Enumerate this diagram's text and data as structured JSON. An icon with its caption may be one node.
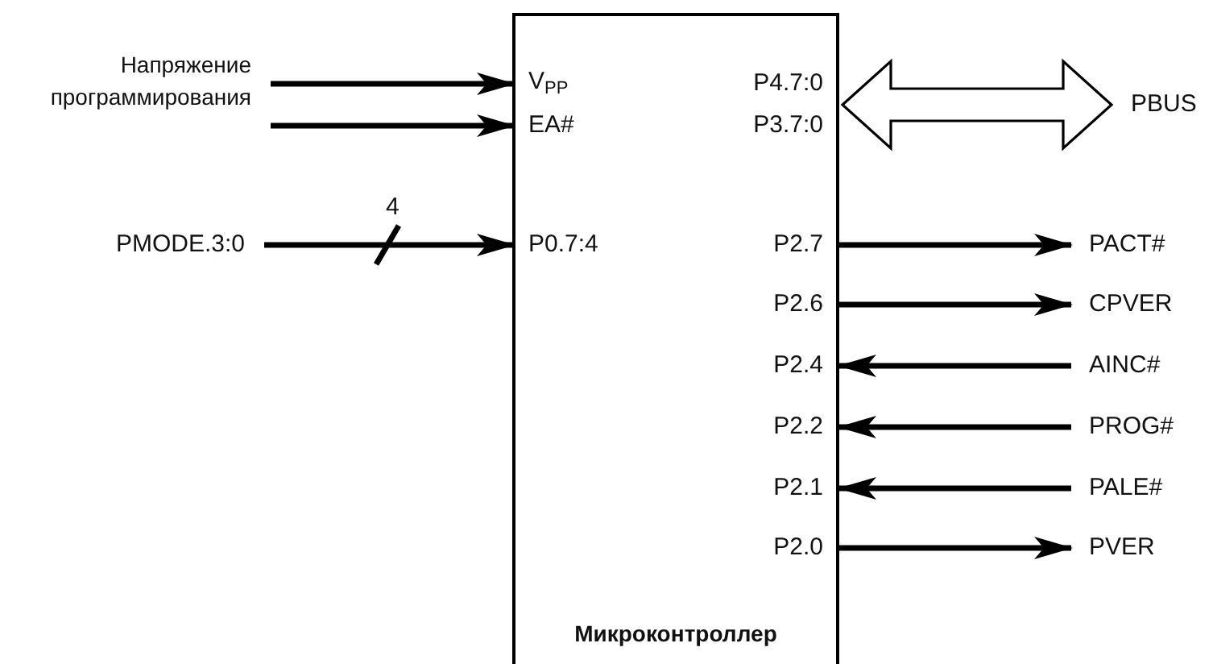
{
  "diagram": {
    "nodes": [
      {
        "text": [
          "Напряжение программирования"
        ]
      },
      {
        "text": [
          "PMODE.3:0"
        ]
      },
      {
        "text": [
          "Микроконтроллер"
        ]
      },
      {
        "text": [
          "V$_{PP}$"
        ],
        "in": 2
      },
      {
        "text": [
          "EA#"
        ],
        "in": 2
      },
      {
        "text": [
          "P0.7:4"
        ],
        "in": 2
      },
      {
        "text": [
          "P4.7:0"
        ],
        "in": 2
      },
      {
        "text": [
          "P3.7:0"
        ],
        "in": 2
      },
      {
        "text": [
          "P2.7"
        ],
        "in": 2
      },
      {
        "text": [
          "P2.6"
        ],
        "in": 2
      },
      {
        "text": [
          "P2.4"
        ],
        "in": 2
      },
      {
        "text": [
          "P2.2"
        ],
        "in": 2
      },
      {
        "text": [
          "P2.1"
        ],
        "in": 2
      },
      {
        "text": [
          "P2.0"
        ],
        "in": 2
      },
      {
        "text": [
          "PBUS"
        ]
      },
      {
        "text": [
          "PACT#"
        ]
      },
      {
        "text": [
          "CPVER"
        ]
      },
      {
        "text": [
          "AINC#"
        ]
      },
      {
        "text": [
          "PROG#"
        ]
      },
      {
        "text": [
          "PALE#"
        ]
      },
      {
        "text": [
          "PVER"
        ]
      }
    ],
    "edges": [
      {
        "from": 0,
        "to": 3,
        "arrow": "to"
      },
      {
        "from": 0,
        "to": 4,
        "arrow": "to"
      },
      {
        "from": 1,
        "to": 5,
        "arrow": "to",
        "label": "4"
      },
      {
        "from": 6,
        "to": 14,
        "arrow": "both"
      },
      {
        "from": 7,
        "to": 14,
        "arrow": "both"
      },
      {
        "from": 8,
        "to": 15,
        "arrow": "to"
      },
      {
        "from": 9,
        "to": 16,
        "arrow": "to"
      },
      {
        "from": 17,
        "to": 10,
        "arrow": "to"
      },
      {
        "from": 18,
        "to": 11,
        "arrow": "to"
      },
      {
        "from": 19,
        "to": 12,
        "arrow": "to"
      },
      {
        "from": 13,
        "to": 20,
        "arrow": "to"
      }
    ]
  }
}
